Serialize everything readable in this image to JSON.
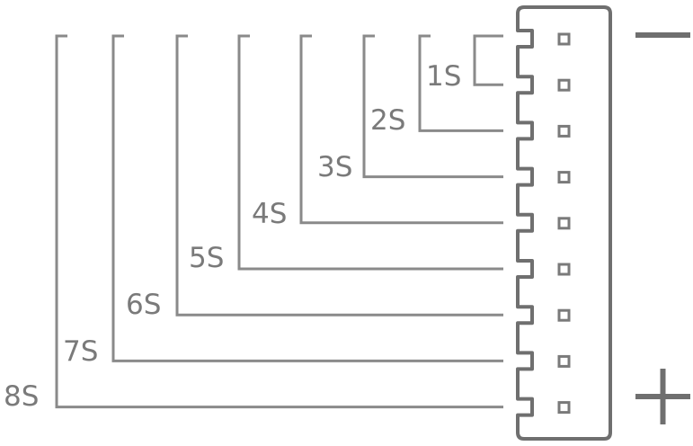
{
  "taps": [
    {
      "label": "1S",
      "pin": 2
    },
    {
      "label": "2S",
      "pin": 3
    },
    {
      "label": "3S",
      "pin": 4
    },
    {
      "label": "4S",
      "pin": 5
    },
    {
      "label": "5S",
      "pin": 6
    },
    {
      "label": "6S",
      "pin": 7
    },
    {
      "label": "7S",
      "pin": 8
    },
    {
      "label": "8S",
      "pin": 9
    }
  ],
  "pin_count": 9,
  "polarity": {
    "negative": "minus-sign",
    "positive": "plus-sign"
  },
  "colors": {
    "wire": "#8a8a8a",
    "connector": "#6f6f6f",
    "label": "#7a7a7a"
  }
}
